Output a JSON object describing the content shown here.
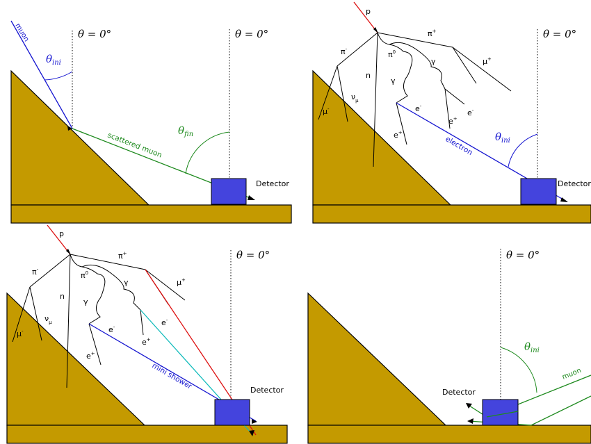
{
  "colors": {
    "ground": "#C49A00",
    "detector": "#4444DD",
    "muon_line": "#1515D0",
    "scatter_line": "#1E8A1E",
    "proton_line": "#DD1010",
    "cyan_line": "#10BBBB"
  },
  "panels": {
    "top_left": {
      "theta_zero": "θ = 0°",
      "muon_label": "muon",
      "theta_ini": "θ",
      "theta_ini_sub": "ini",
      "theta_fin": "θ",
      "theta_fin_sub": "fin",
      "scattered_label": "scattered muon",
      "detector_label": "Detector"
    },
    "top_right": {
      "theta_zero": "θ = 0°",
      "p": "p",
      "pi_minus": "π",
      "pi_minus_sup": "-",
      "pi_plus": "π",
      "pi_plus_sup": "+",
      "pi_zero": "π",
      "pi_zero_sup": "0",
      "n": "n",
      "gamma1": "γ",
      "gamma2": "γ",
      "mu_plus": "μ",
      "mu_plus_sup": "+",
      "mu_minus": "μ",
      "mu_minus_sup": "-",
      "nu_mu": "ν",
      "nu_mu_sub": "μ",
      "e_minus1": "e",
      "e_minus1_sup": "-",
      "e_minus2": "e",
      "e_minus2_sup": "-",
      "e_plus1": "e",
      "e_plus1_sup": "+",
      "e_plus2": "e",
      "e_plus2_sup": "+",
      "electron_label": "electron",
      "theta_ini": "θ",
      "theta_ini_sub": "ini",
      "detector_label": "Detector"
    },
    "bottom_left": {
      "theta_zero": "θ = 0°",
      "p": "p",
      "pi_minus": "π",
      "pi_minus_sup": "-",
      "pi_plus": "π",
      "pi_plus_sup": "+",
      "pi_zero": "π",
      "pi_zero_sup": "0",
      "n": "n",
      "gamma1": "γ",
      "gamma2": "γ",
      "mu_plus": "μ",
      "mu_plus_sup": "+",
      "mu_minus": "μ",
      "mu_minus_sup": "-",
      "nu_mu": "ν",
      "nu_mu_sub": "μ",
      "e_minus1": "e",
      "e_minus1_sup": "-",
      "e_minus2": "e",
      "e_minus2_sup": "-",
      "e_plus1": "e",
      "e_plus1_sup": "+",
      "e_plus2": "e",
      "e_plus2_sup": "+",
      "mini_shower_label": "mini shower",
      "detector_label": "Detector"
    },
    "bottom_right": {
      "theta_zero": "θ = 0°",
      "theta_ini": "θ",
      "theta_ini_sub": "ini",
      "muon_label": "muon",
      "detector_label": "Detector"
    }
  }
}
